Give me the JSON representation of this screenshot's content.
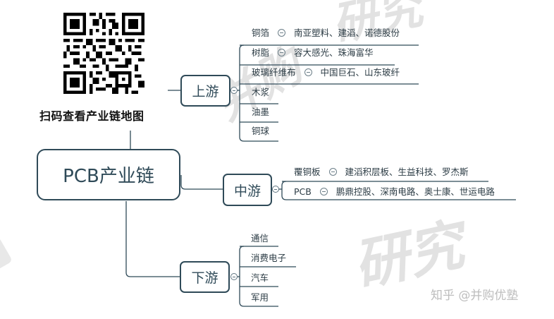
{
  "qr": {
    "caption": "扫码查看产业链地图"
  },
  "root": {
    "label": "PCB产业链"
  },
  "branches": [
    {
      "label": "上游",
      "children": [
        {
          "label": "铜箔",
          "detail": "南亚塑料、建滔、诺德股份"
        },
        {
          "label": "树脂",
          "detail": "容大感光、珠海富华"
        },
        {
          "label": "玻璃纤维布",
          "detail": "中国巨石、山东玻纤"
        },
        {
          "label": "木浆"
        },
        {
          "label": "油墨"
        },
        {
          "label": "铜球"
        }
      ]
    },
    {
      "label": "中游",
      "children": [
        {
          "label": "覆铜板",
          "detail": "建滔积层板、生益科技、罗杰斯"
        },
        {
          "label": "PCB",
          "detail": "鹏鼎控股、深南电路、奥士康、世运电路"
        }
      ]
    },
    {
      "label": "下游",
      "children": [
        {
          "label": "通信"
        },
        {
          "label": "消费电子"
        },
        {
          "label": "汽车"
        },
        {
          "label": "军用"
        }
      ]
    }
  ],
  "watermark": {
    "text_top": "研究",
    "text_mid": "并购",
    "text_bottom": "研究",
    "credit": "知乎 @并购优塾"
  },
  "colors": {
    "line": "#2f4a58",
    "node_border": "#2f4a58",
    "watermark": "#e2e2e2"
  }
}
